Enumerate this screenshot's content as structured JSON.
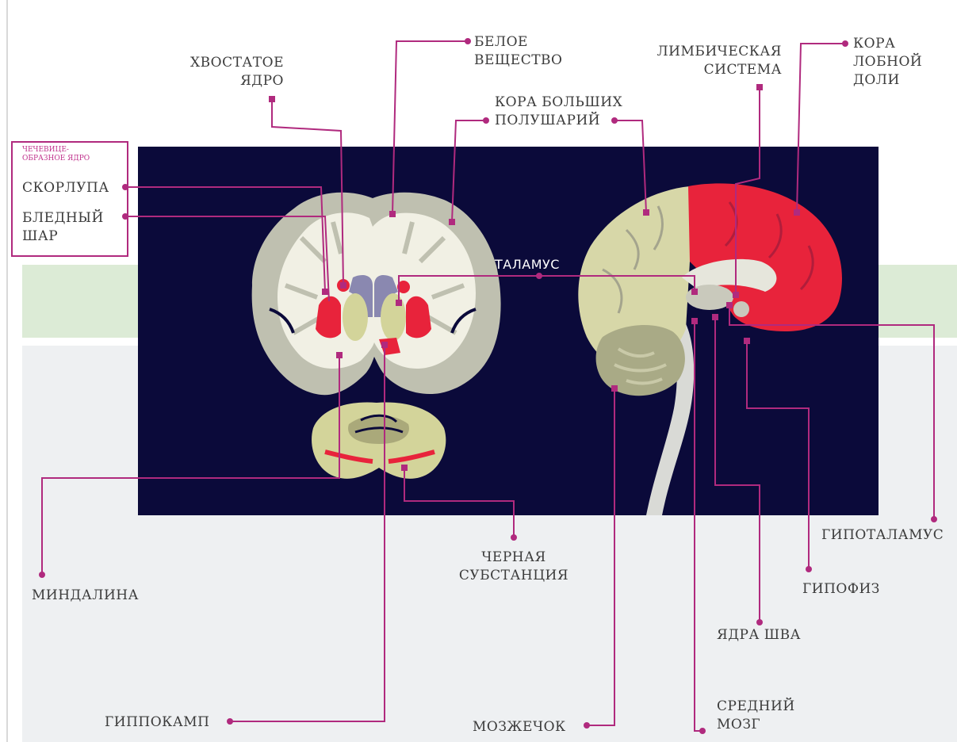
{
  "colors": {
    "background_dark": "#0b0a3a",
    "green_band": "#dcebd6",
    "grey_band": "#eef0f2",
    "leader": "#b02a7e",
    "highlight_red": "#e8233b",
    "tissue_grey": "#bfc0b0",
    "tissue_white": "#f1f0e4",
    "tissue_olive": "#d3d49a"
  },
  "legend": {
    "header": "ЧЕЧЕВИЦЕ-\nОБРАЗНОЕ ЯДРО"
  },
  "labels": {
    "caudate": "ХВОСТАТОЕ\nЯДРО",
    "white_matter": "БЕЛОЕ\nВЕЩЕСТВО",
    "cortex": "КОРА БОЛЬШИХ\nПОЛУШАРИЙ",
    "limbic": "ЛИМБИЧЕСКАЯ\nСИСТЕМА",
    "frontal": "КОРА\nЛОБНОЙ\nДОЛИ",
    "putamen": "СКОРЛУПА",
    "globus": "БЛЕДНЫЙ\nШАР",
    "thalamus": "ТАЛАМУС",
    "amygdala": "МИНДАЛИНА",
    "substantia": "ЧЕРНАЯ\nСУБСТАНЦИЯ",
    "hypothalamus": "ГИПОТАЛАМУС",
    "pituitary": "ГИПОФИЗ",
    "raphe": "ЯДРА ШВА",
    "hippocampus": "ГИППОКАМП",
    "cerebellum": "МОЗЖЕЧОК",
    "midbrain": "СРЕДНИЙ\nМОЗГ"
  }
}
